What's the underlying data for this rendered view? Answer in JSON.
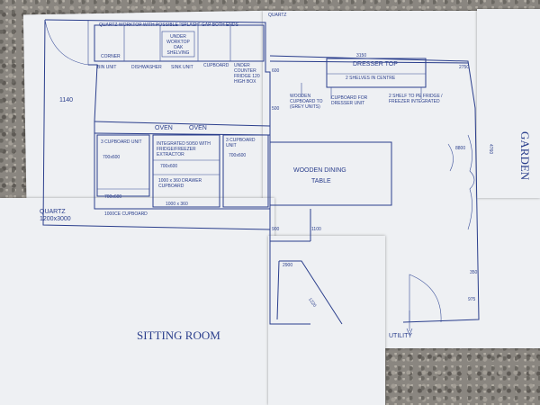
{
  "labels": {
    "worktop_top": "QUARTZ WORKTOP WITH POSSIBLE \"SPLASH\" GAP BOTH ENDS",
    "quartz_top_right": "QUARTZ",
    "under_worktop_unit": "UNDER WORKTOP OAK SHELVING",
    "corner": "CORNER",
    "bin_unit": "BIN UNIT",
    "dishwasher": "DISHWASHER",
    "sink_unit": "SINK UNIT",
    "cupboard_top": "CUPBOARD",
    "under_counter_fridge": "UNDER COUNTER FRIDGE 120 HIGH BOX",
    "dim_1140": "1140",
    "dim_600": "600",
    "oven_left": "OVEN",
    "oven_right": "OVEN",
    "tall_unit_left": "3 CUPBOARD UNIT",
    "tall_unit_left_dim": "700x600",
    "integrated_fridge": "INTEGRATED 50/50 WITH FRIDGE/FREEZER EXTRACTOR",
    "integrated_dim": "700x600",
    "tall_unit_right": "3 CUPBOARD UNIT",
    "tall_unit_right_dim": "700x600",
    "drawer_note": "1000 x 360 DRAWER CUPBOARD",
    "drawer_dim": "1000 x 360",
    "cupboard_bottom_dim": "700x600",
    "cupboard_bottom": "1000CE CUPBOARD",
    "quartz_left": "QUARTZ",
    "quartz_left_dim": "1200x3000",
    "dining_table_line1": "WOODEN DINING",
    "dining_table_line2": "TABLE",
    "dresser_top": "DRESSER TOP",
    "dresser_shelves": "2 SHELVES IN CENTRE",
    "dresser_dim": "3150",
    "wooden_cupboard": "WOODEN CUPBOARD TO (GREY UNITS)",
    "cupboard_mid": "CUPBOARD FOR DRESSER UNIT",
    "shelf_right": "2 SHELF TO PE FRIDGE / FREEZER INTEGRATED",
    "dim_8800": "8800",
    "dim_4760": "4760",
    "dim_2750": "2750",
    "dim_1100": "1100",
    "dim_900": "900",
    "dim_2900": "2900",
    "dim_500": "500",
    "dim_1220": "1220",
    "dim_350": "350",
    "dim_975": "975",
    "garden": "GARDEN",
    "sitting_room": "SITTING ROOM",
    "utility": "UTILITY"
  },
  "colors": {
    "ink": "#2a3e8c",
    "paper": "#eef0f3",
    "granite": "#8a8680"
  }
}
